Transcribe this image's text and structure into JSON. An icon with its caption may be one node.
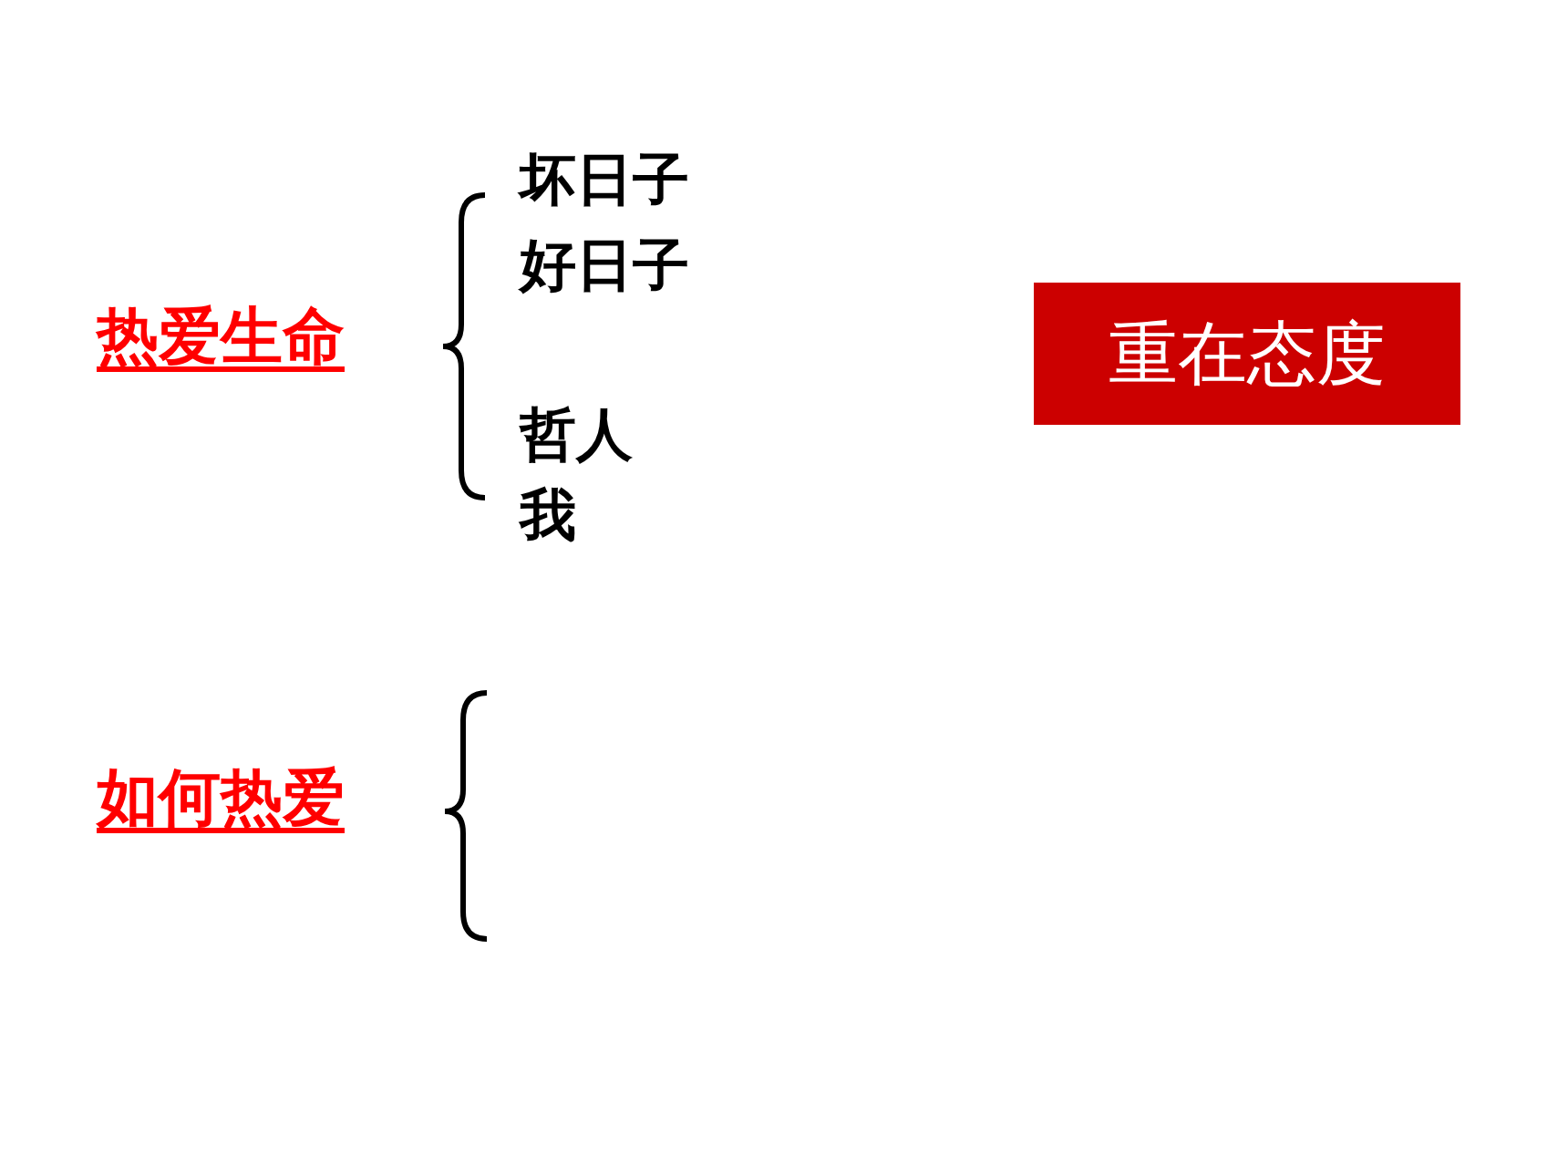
{
  "diagram": {
    "nodes": [
      {
        "text": [
          "重在态度"
        ]
      }
    ],
    "labels": [
      "热爱生命",
      "坏日子",
      "好日子",
      "哲人",
      "我",
      "如何热爱"
    ]
  }
}
